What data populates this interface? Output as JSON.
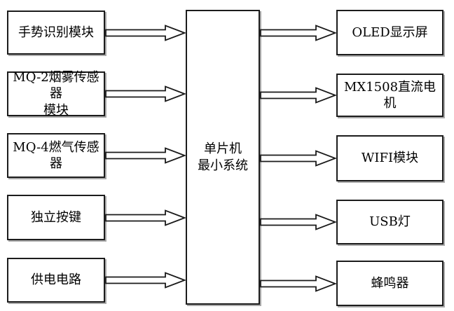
{
  "diagram": {
    "type": "block-diagram",
    "colors": {
      "background": "#ffffff",
      "line": "#1c1c1c",
      "box_shadow": "#a9a9a9",
      "text": "#000000"
    },
    "center_node": {
      "label": "单片机\n最小系统"
    },
    "inputs": [
      {
        "label": "手势识别模块"
      },
      {
        "label": "MQ-2烟雾传感器\n模块"
      },
      {
        "label": "MQ-4燃气传感器"
      },
      {
        "label": "独立按键"
      },
      {
        "label": "供电电路"
      }
    ],
    "outputs": [
      {
        "label": "OLED显示屏"
      },
      {
        "label": "MX1508直流电机"
      },
      {
        "label": "WIFI模块"
      },
      {
        "label": "USB灯"
      },
      {
        "label": "蜂鸣器"
      }
    ]
  }
}
